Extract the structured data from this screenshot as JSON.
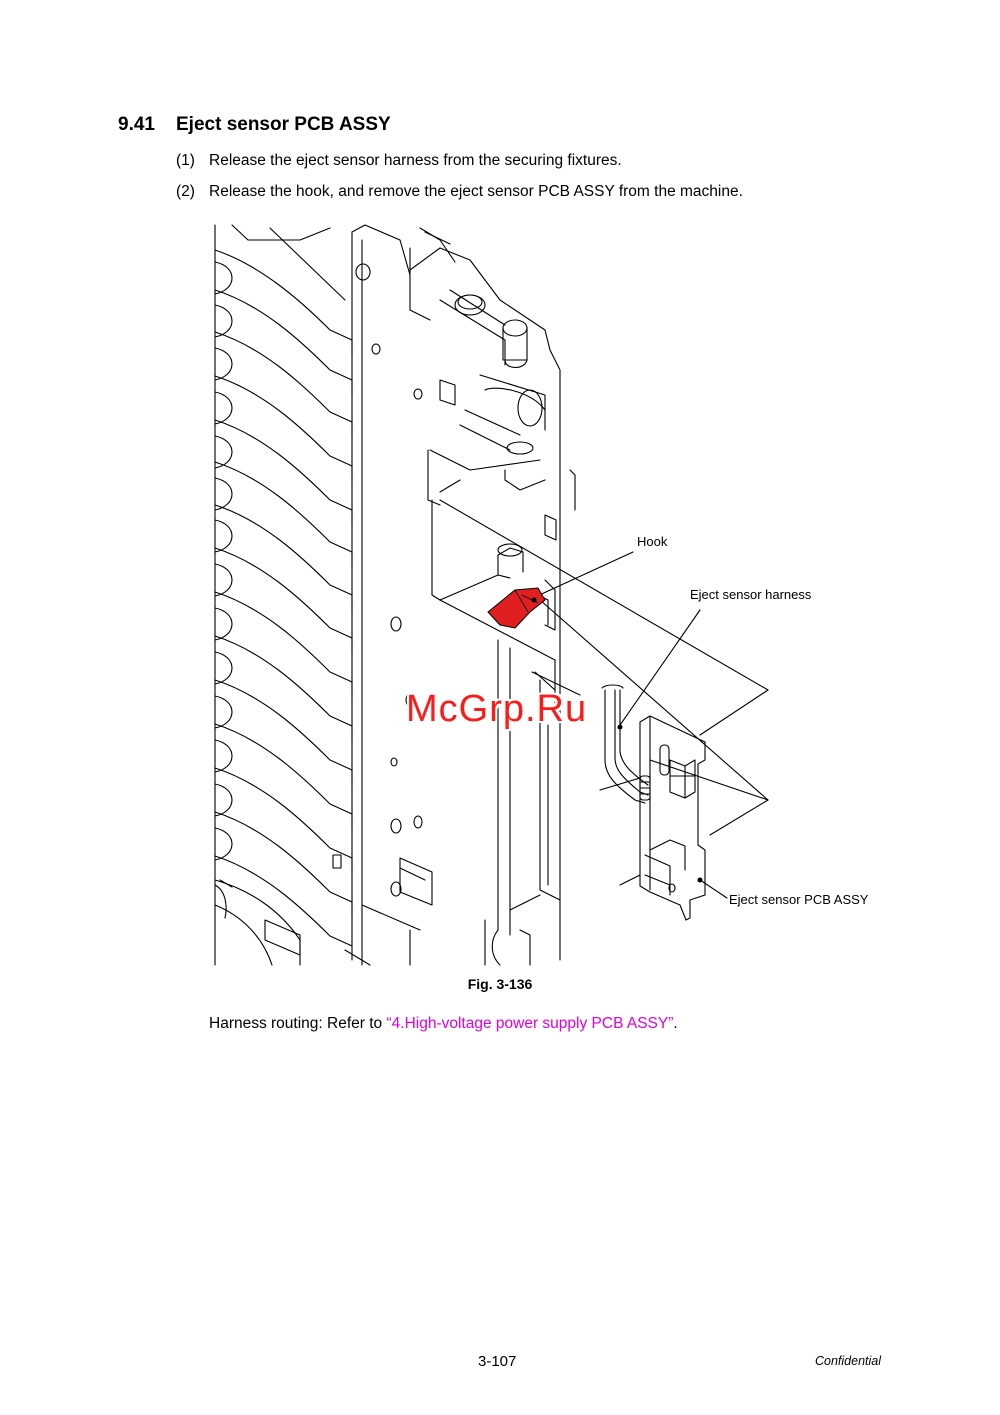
{
  "section": {
    "number": "9.41",
    "title": "Eject sensor PCB ASSY"
  },
  "steps": [
    {
      "num": "(1)",
      "text": "Release the eject sensor harness from the securing fixtures."
    },
    {
      "num": "(2)",
      "text": "Release the hook, and remove the eject sensor PCB ASSY from the machine."
    }
  ],
  "figure": {
    "callouts": {
      "hook": "Hook",
      "harness": "Eject sensor harness",
      "pcb": "Eject sensor PCB ASSY"
    },
    "caption": "Fig. 3-136",
    "hook_color": "#e02020"
  },
  "routing": {
    "prefix": "Harness routing: Refer to ",
    "link": "“4.High-voltage power supply PCB ASSY”",
    "suffix": ".",
    "link_color": "#e000e0"
  },
  "watermark": "McGrp.Ru",
  "footer": {
    "page": "3-107",
    "confidential": "Confidential"
  }
}
